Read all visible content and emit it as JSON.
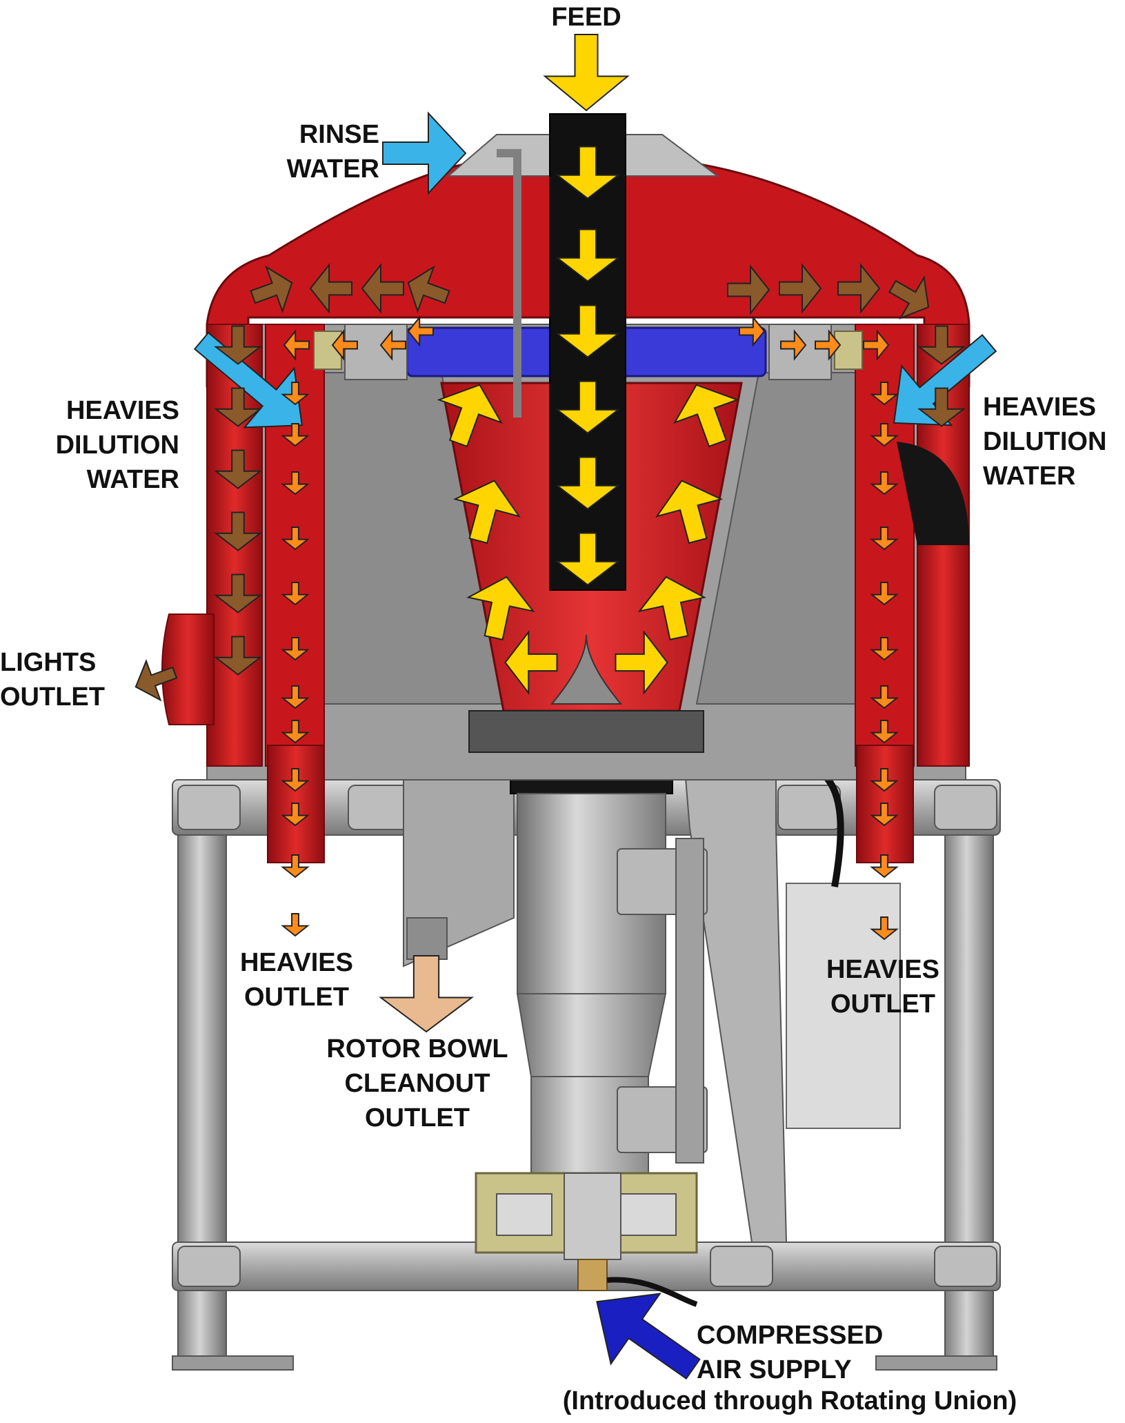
{
  "labels": {
    "feed": "FEED",
    "rinse_water": [
      "RINSE",
      "WATER"
    ],
    "heavies_dilution_left": [
      "HEAVIES",
      "DILUTION",
      "WATER"
    ],
    "heavies_dilution_right": [
      "HEAVIES",
      "DILUTION",
      "WATER"
    ],
    "lights_outlet": [
      "LIGHTS",
      "OUTLET"
    ],
    "heavies_outlet_left": [
      "HEAVIES",
      "OUTLET"
    ],
    "heavies_outlet_right": [
      "HEAVIES",
      "OUTLET"
    ],
    "rotor_bowl_cleanout": [
      "ROTOR BOWL",
      "CLEANOUT",
      "OUTLET"
    ],
    "compressed_air": [
      "COMPRESSED",
      "AIR SUPPLY"
    ],
    "rotating_union": "(Introduced through Rotating Union)"
  },
  "colors": {
    "housing_red": "#c8161d",
    "housing_dark_red": "#8e0d12",
    "steel": "#a8a8a8",
    "steel_dark": "#6e6e6e",
    "feed_pipe": "#111111",
    "feed_arrow": "#ffd500",
    "rinse_arrow": "#3ab4e8",
    "dilution_arrow": "#3ab4e8",
    "lights_arrow": "#8a5a2b",
    "heavies_arrow": "#ff8c1a",
    "cleanout_arrow": "#e9b98f",
    "air_arrow": "#1a1fc2",
    "screen_blue": "#3a3ad8",
    "bearing_olive": "#c9c38a"
  }
}
